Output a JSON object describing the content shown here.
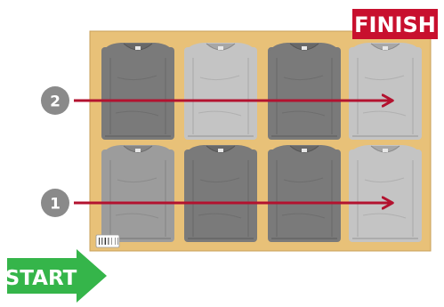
{
  "labels": {
    "finish": "FINISH",
    "start": "START"
  },
  "steps": [
    {
      "number": "1"
    },
    {
      "number": "2"
    }
  ],
  "shirt_rows": [
    [
      "dark",
      "light",
      "dark",
      "light"
    ],
    [
      "mid",
      "dark",
      "dark",
      "light"
    ]
  ],
  "colors": {
    "board": "#e8c178",
    "board_edge": "#c9a05a",
    "finish_bg": "#c8102e",
    "start_green": "#35b54a",
    "arrow": "#b3122f",
    "step_circle": "#8a8a8a",
    "shirt_dark": "#7a7a7a",
    "shirt_mid": "#9c9c9c",
    "shirt_light": "#c4c4c4"
  },
  "icons": {
    "barcode": "barcode-icon"
  }
}
